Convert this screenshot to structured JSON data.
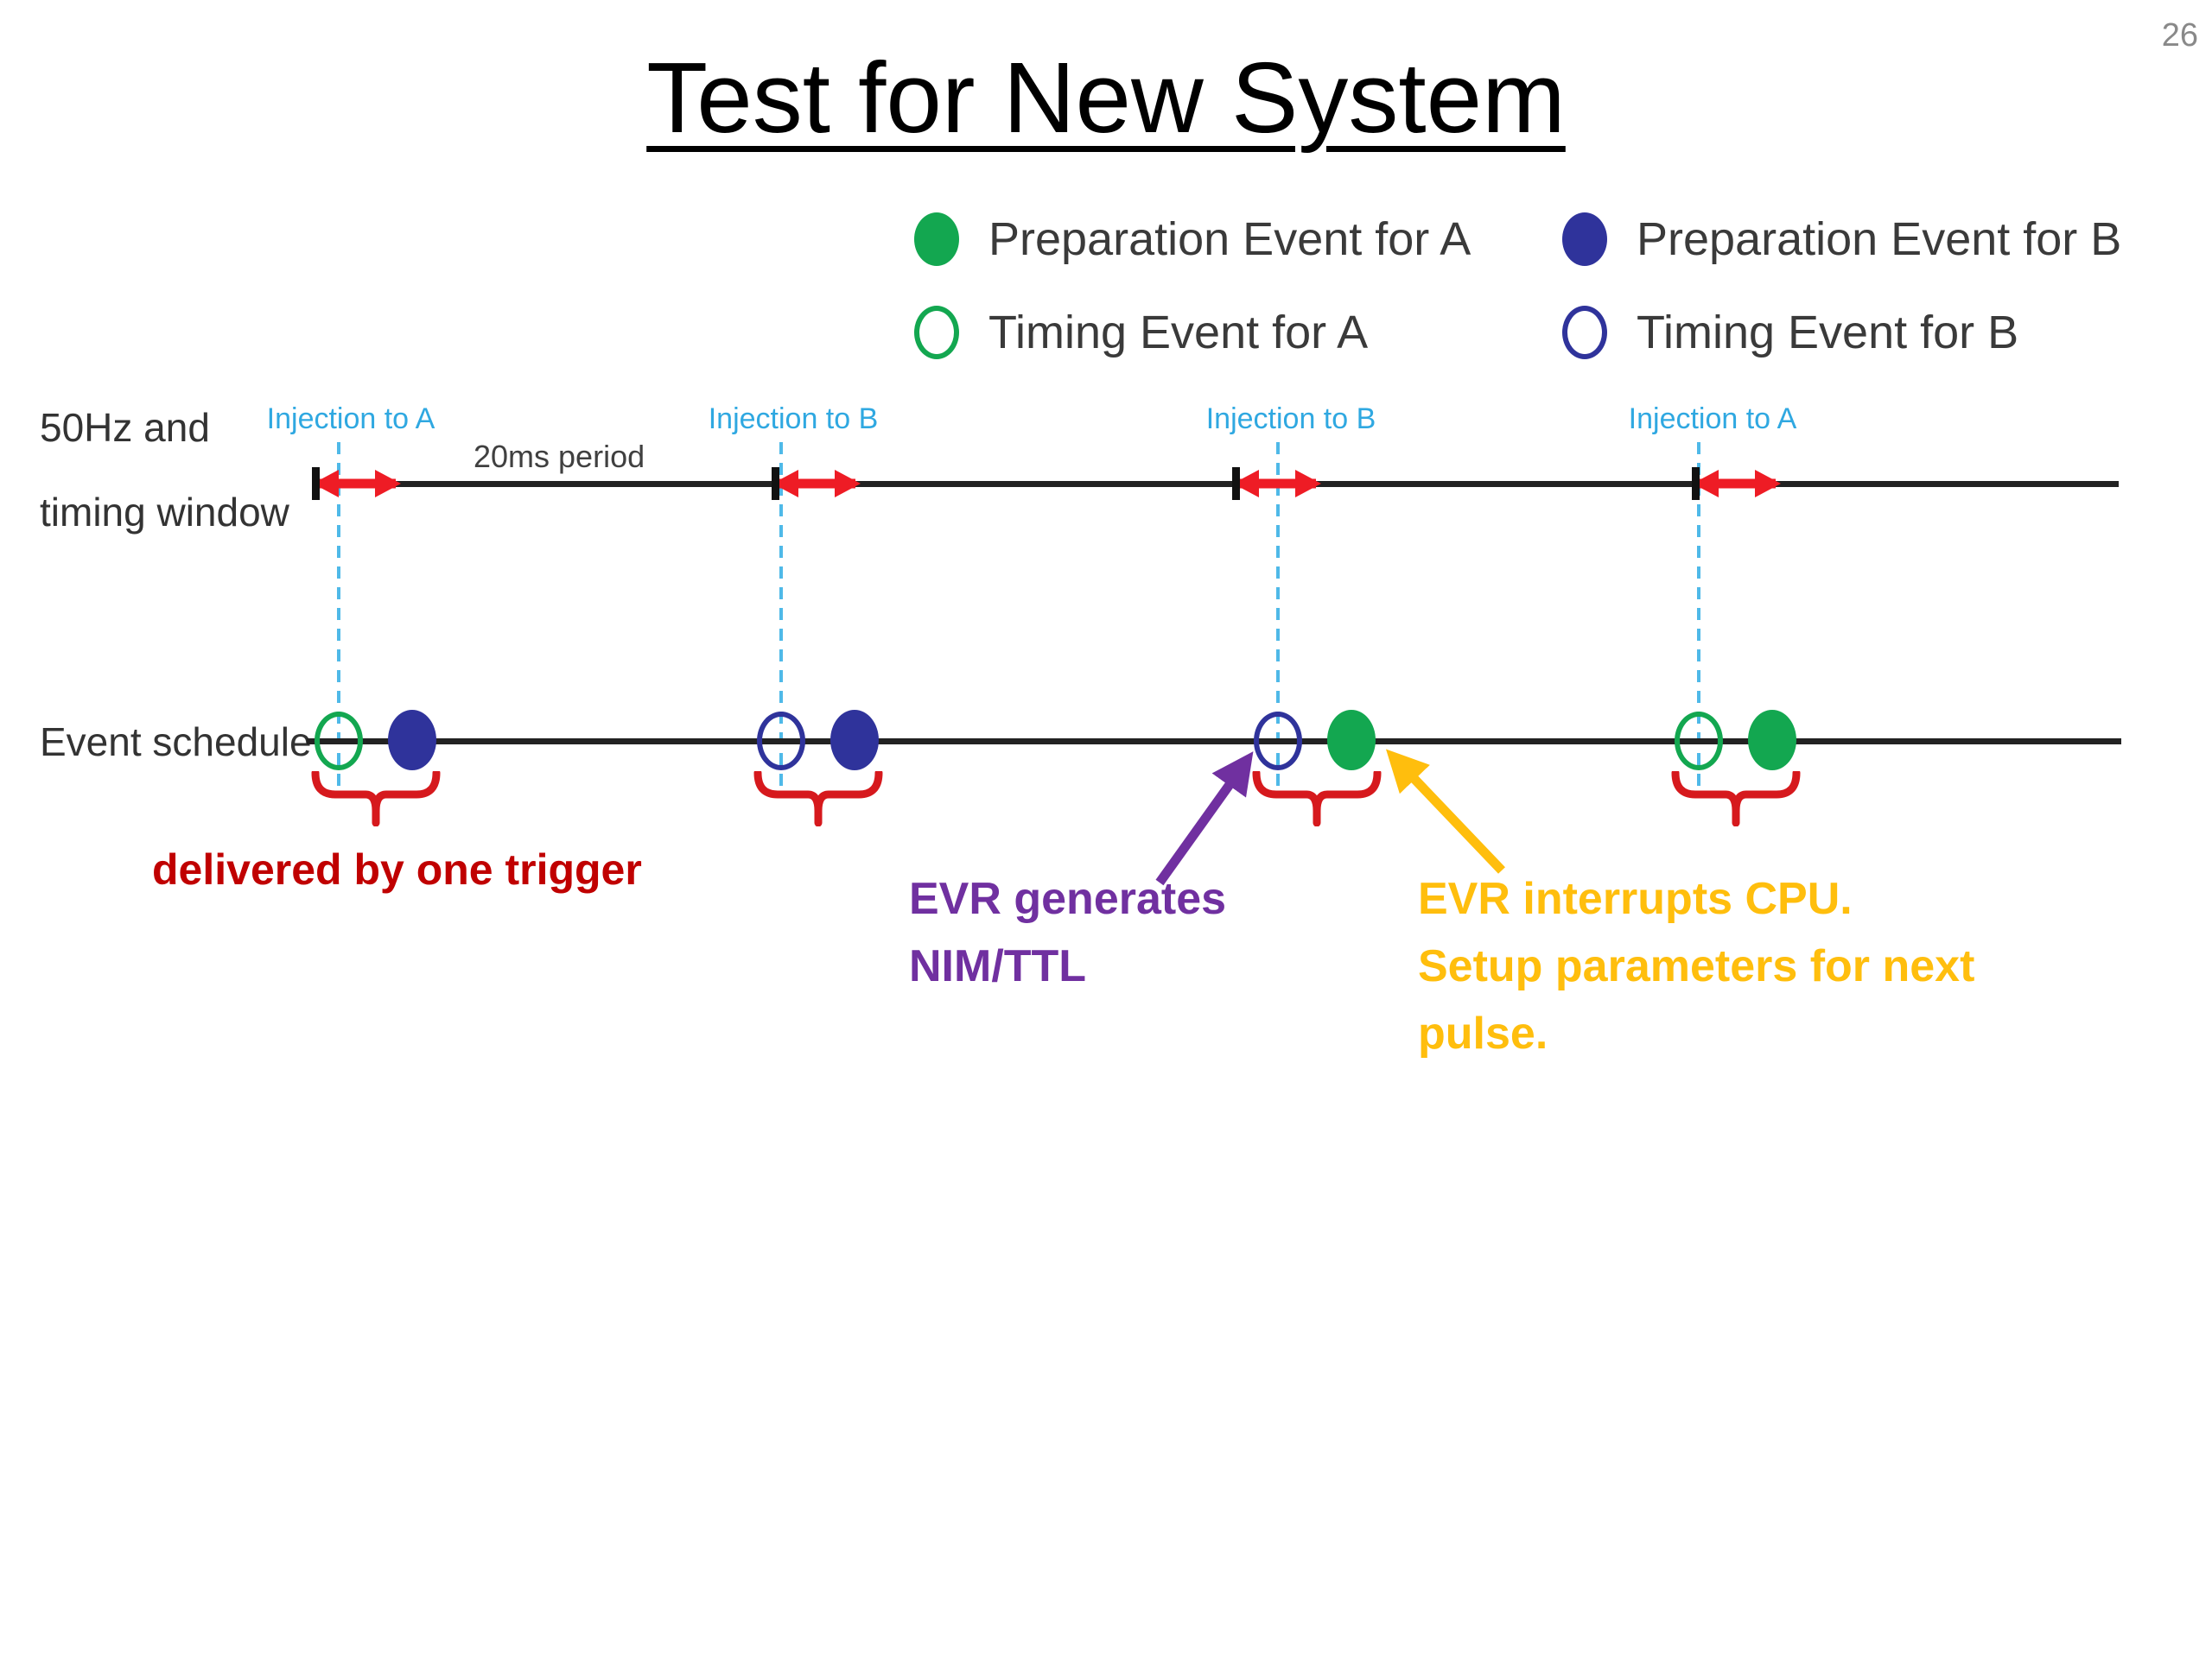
{
  "page_number": "26",
  "title": "Test for New System",
  "legend": {
    "items": [
      {
        "label": "Preparation Event for A",
        "marker": "filled-circle",
        "color": "#13a750"
      },
      {
        "label": "Preparation Event for B",
        "marker": "filled-circle",
        "color": "#2f339b"
      },
      {
        "label": "Timing Event for A",
        "marker": "open-circle",
        "color": "#13a750"
      },
      {
        "label": "Timing Event for B",
        "marker": "open-circle",
        "color": "#2f339b"
      }
    ]
  },
  "timing_row": {
    "label_line1": "50Hz and",
    "label_line2": "timing window",
    "period_label": "20ms period",
    "injections": [
      {
        "label": "Injection to A"
      },
      {
        "label": "Injection to B"
      },
      {
        "label": "Injection to B"
      },
      {
        "label": "Injection to A"
      }
    ]
  },
  "event_row": {
    "label": "Event schedule",
    "pairs": [
      {
        "timing_event_for": "A",
        "preparation_event_for": "B"
      },
      {
        "timing_event_for": "B",
        "preparation_event_for": "B"
      },
      {
        "timing_event_for": "B",
        "preparation_event_for": "A"
      },
      {
        "timing_event_for": "A",
        "preparation_event_for": "A"
      }
    ]
  },
  "annotations": {
    "trigger_label": "delivered by one trigger",
    "evr_generates_line1": "EVR generates",
    "evr_generates_line2": "NIM/TTL",
    "evr_interrupts_line1": "EVR interrupts CPU.",
    "evr_interrupts_line2": "Setup parameters for next",
    "evr_interrupts_line3": "pulse."
  },
  "colors": {
    "green": "#13a750",
    "blue": "#2f339b",
    "cyan": "#2fa8e1",
    "red_arrow": "#ee1c25",
    "red_brace": "#d6191d",
    "dark_red_text": "#c00000",
    "purple": "#7030a0",
    "orange": "#ffbe0d",
    "line_black": "#222222",
    "text_gray": "#3a3a3a",
    "page_number_gray": "#898989"
  }
}
